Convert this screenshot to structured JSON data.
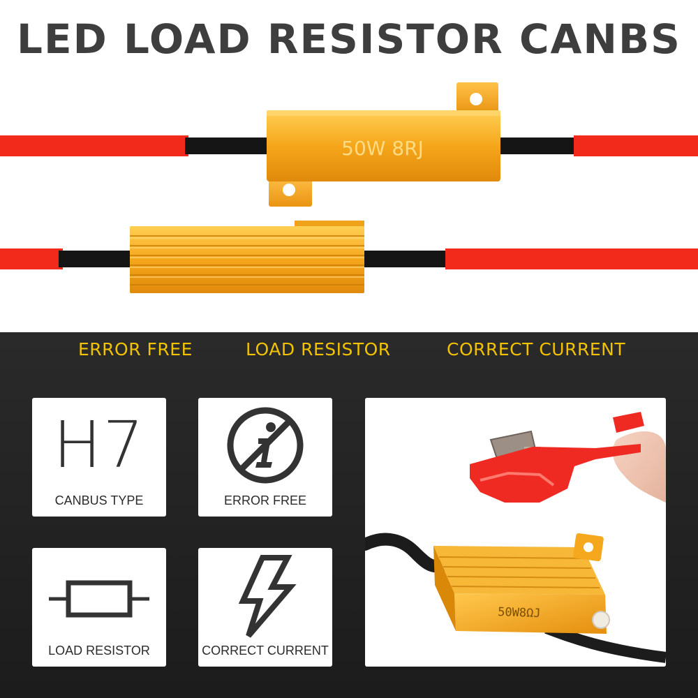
{
  "title": "LED LOAD RESISTOR CANBS",
  "product": {
    "resistor_marking": "50W  8RJ",
    "photo_marking": "50W8ΩJ"
  },
  "features": [
    "ERROR FREE",
    "LOAD RESISTOR",
    "CORRECT CURRENT"
  ],
  "cards": {
    "canbus": {
      "big_text": "H7",
      "label": "CANBUS TYPE",
      "icon": "h7-text"
    },
    "error_free": {
      "label": "ERROR FREE",
      "icon": "no-info-icon"
    },
    "load_resistor": {
      "label": "LOAD RESISTOR",
      "icon": "resistor-symbol-icon"
    },
    "correct_current": {
      "label": "CORRECT CURRENT",
      "icon": "lightning-bolt-icon"
    }
  },
  "colors": {
    "wire_red": "#f22a1c",
    "resistor_gold": "#f5a61a",
    "feature_text": "#f2c200",
    "bottom_bg": "#222222"
  }
}
